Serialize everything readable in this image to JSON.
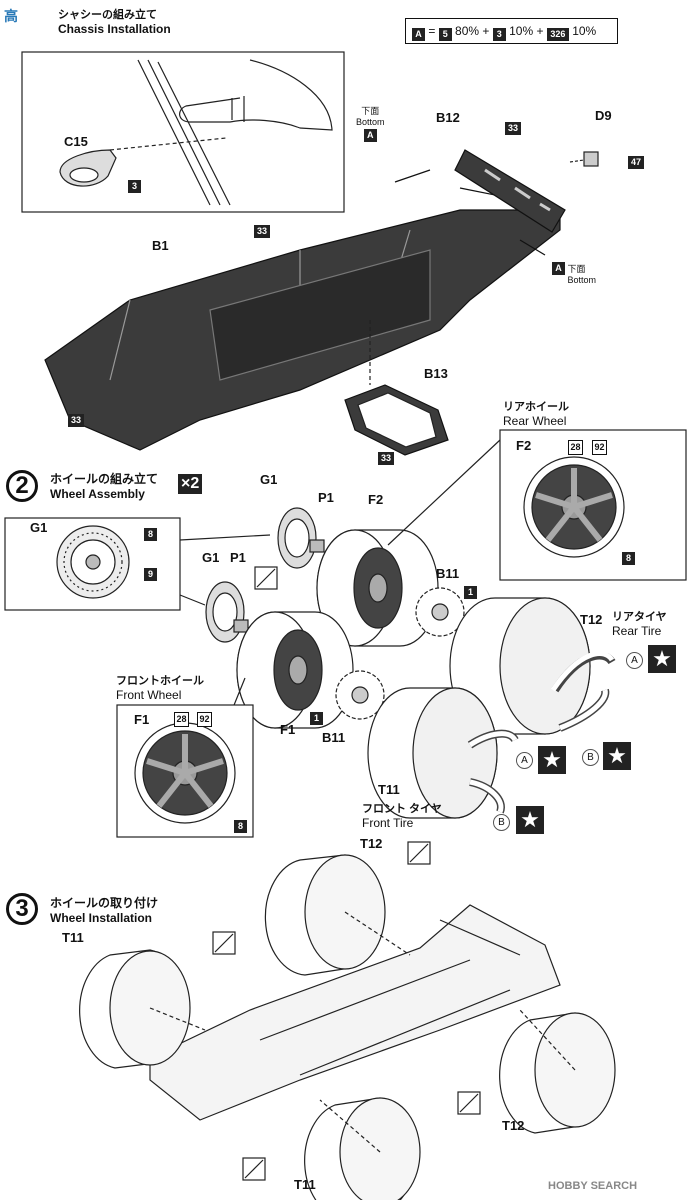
{
  "step1": {
    "title_jp": "シャシーの組み立て",
    "title_en": "Chassis Installation",
    "paint_mix": {
      "a": "A",
      "eq": "=",
      "c1": "5",
      "p1": "80%",
      "plus1": "+",
      "c2": "3",
      "p2": "10%",
      "plus2": "+",
      "c3": "326",
      "p3": "10%"
    },
    "parts": {
      "c15": "C15",
      "b1": "B1",
      "b12": "B12",
      "d9": "D9",
      "b13": "B13"
    },
    "color_codes": {
      "c15": "3",
      "b12": "33",
      "d9": "47",
      "b1a": "33",
      "b1b": "33",
      "b13": "33"
    },
    "bottom_note_1": {
      "letter": "A",
      "jp": "下面",
      "en": "Bottom"
    },
    "bottom_note_2": {
      "letter": "A",
      "jp": "下面",
      "en": "Bottom"
    }
  },
  "step2": {
    "number": "2",
    "title_jp": "ホイールの組み立て",
    "title_en": "Wheel Assembly",
    "multiplier": "×2",
    "parts": {
      "g1": "G1",
      "g1b": "G1",
      "p1": "P1",
      "p1b": "P1",
      "f2": "F2",
      "f1": "F1",
      "b11": "B11",
      "b11b": "B11",
      "t12": "T12",
      "t11": "T11",
      "g1_inset": "G1",
      "f1_inset": "F1",
      "f2_inset": "F2"
    },
    "color_codes": {
      "g1_8": "8",
      "g1_9": "9",
      "f1_28": "28",
      "f1_92": "92",
      "f1_8": "8",
      "f2_28": "28",
      "f2_92": "92",
      "f2_8": "8",
      "b11_1": "1",
      "b11b_1": "1"
    },
    "rear_wheel": {
      "jp": "リアホイール",
      "en": "Rear Wheel"
    },
    "front_wheel": {
      "jp": "フロントホイール",
      "en": "Front Wheel"
    },
    "rear_tire": {
      "jp": "リアタイヤ",
      "en": "Rear Tire"
    },
    "front_tire": {
      "jp": "フロント タイヤ",
      "en": "Front Tire"
    },
    "markers": {
      "a1": "A",
      "b1": "B",
      "a2": "A",
      "b2": "B"
    },
    "star": "★"
  },
  "step3": {
    "number": "3",
    "title_jp": "ホイールの取り付け",
    "title_en": "Wheel Installation",
    "parts": {
      "t12a": "T12",
      "t11a": "T11",
      "t12b": "T12",
      "t11b": "T11"
    }
  },
  "watermark": {
    "site": "HOBBY SEARCH",
    "logo": "高"
  }
}
